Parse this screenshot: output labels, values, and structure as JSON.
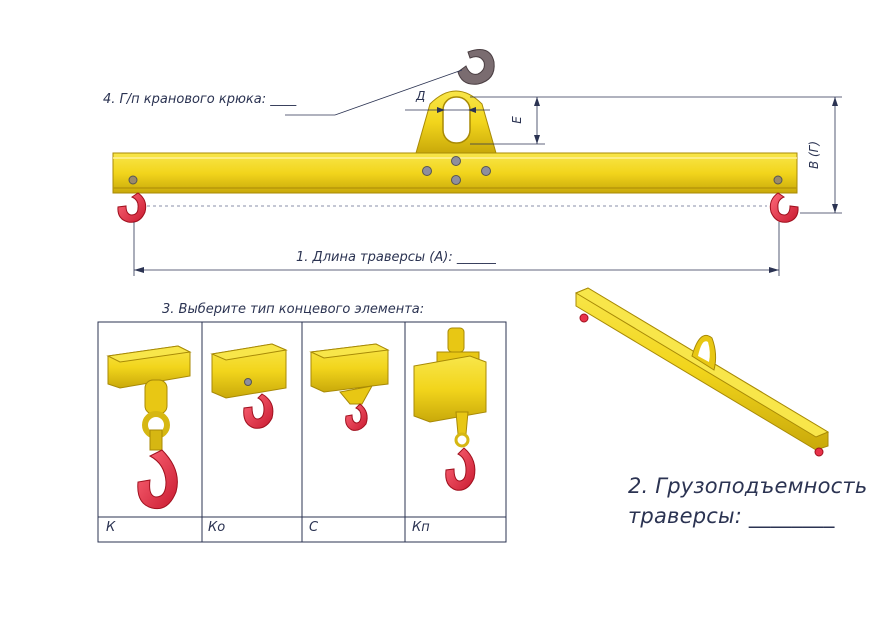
{
  "labels": {
    "hook_label": "4. Г/п кранового крюка: ____",
    "dim_d": "Д",
    "dim_e": "Е",
    "dim_b": "В (Г)",
    "length_label": "1. Длина траверсы (А): ______",
    "end_element_title": "3. Выберите тип концевого элемента:",
    "capacity_line1": "2. Грузоподъемность",
    "capacity_line2": "траверсы: ________"
  },
  "end_types": [
    {
      "code": "К"
    },
    {
      "code": "Ко"
    },
    {
      "code": "С"
    },
    {
      "code": "Кп"
    }
  ],
  "colors": {
    "beam_yellow": "#f2d51c",
    "beam_dark": "#c9a90a",
    "hook_red": "#e8324a",
    "crane_hook_gray": "#7a6c70",
    "line": "#2b3352"
  }
}
